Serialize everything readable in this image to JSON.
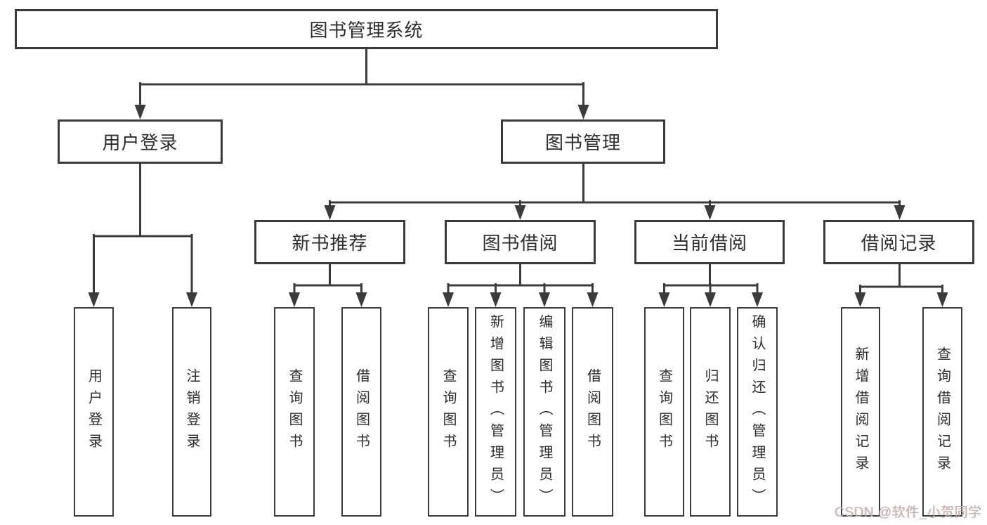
{
  "colors": {
    "line": "#3b3b3b",
    "text": "#2d2d2d",
    "background": "#ffffff",
    "watermark": "#b9b4b4"
  },
  "watermark": "CSDN @软件_小贺同学",
  "diagram": {
    "root": "图书管理系统",
    "branches": {
      "user": "用户登录",
      "book": "图书管理"
    },
    "modules": {
      "newbook": "新书推荐",
      "borrow": "图书借阅",
      "current": "当前借阅",
      "records": "借阅记录"
    },
    "leaves": {
      "user": [
        "用户登录",
        "注销登录"
      ],
      "newbook": [
        "查询图书",
        "借阅图书"
      ],
      "borrow": [
        "查询图书",
        "新增图书（管理员）",
        "编辑图书（管理员）",
        "借阅图书"
      ],
      "current": [
        "查询图书",
        "归还图书",
        "确认归还（管理员）"
      ],
      "records": [
        "新增借阅记录",
        "查询借阅记录"
      ]
    }
  }
}
